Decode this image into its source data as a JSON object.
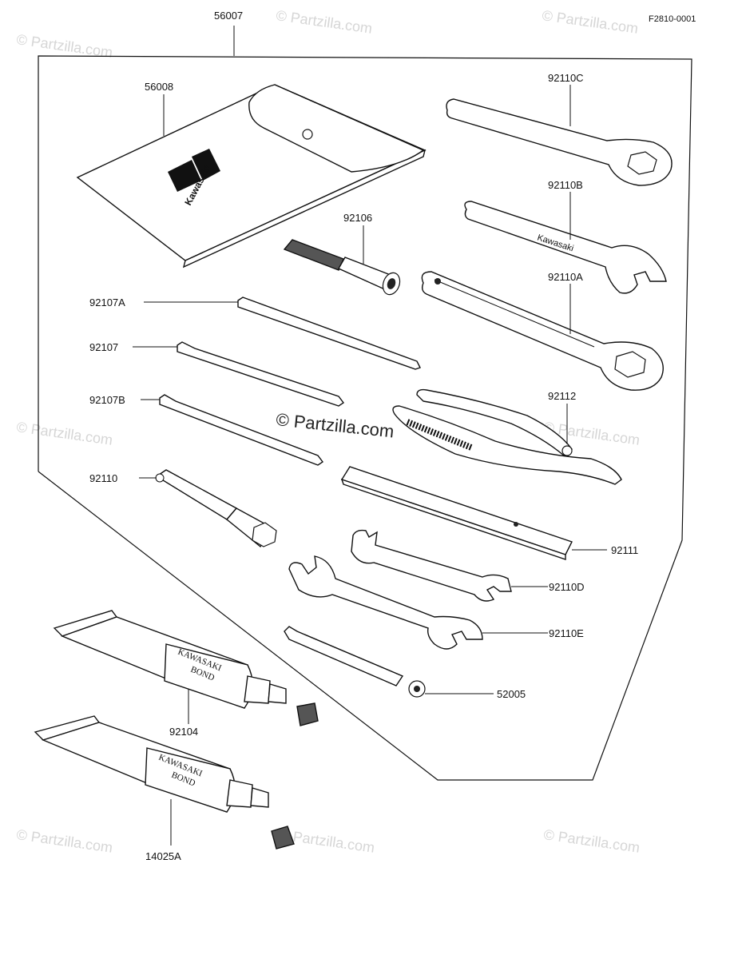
{
  "diagram_id": "F2810-0001",
  "frame_label": "56007",
  "watermarks": {
    "corner_text": "© Partzilla.com",
    "center_text": "© Partzilla.com"
  },
  "pouch": {
    "part_number": "56008",
    "brand": "Kawasaki"
  },
  "tubes": {
    "bond_text_line1": "KAWASAKI",
    "bond_text_line2": "BOND"
  },
  "parts": [
    {
      "id": "p56008",
      "number": "56008"
    },
    {
      "id": "p92110C",
      "number": "92110C"
    },
    {
      "id": "p92110B",
      "number": "92110B"
    },
    {
      "id": "p92106",
      "number": "92106"
    },
    {
      "id": "p92110A",
      "number": "92110A"
    },
    {
      "id": "p92107A",
      "number": "92107A"
    },
    {
      "id": "p92107",
      "number": "92107"
    },
    {
      "id": "p92112",
      "number": "92112"
    },
    {
      "id": "p92107B",
      "number": "92107B"
    },
    {
      "id": "p92110",
      "number": "92110"
    },
    {
      "id": "p92111",
      "number": "92111"
    },
    {
      "id": "p92110D",
      "number": "92110D"
    },
    {
      "id": "p92110E",
      "number": "92110E"
    },
    {
      "id": "p52005",
      "number": "52005"
    },
    {
      "id": "p92104",
      "number": "92104"
    },
    {
      "id": "p14025A",
      "number": "14025A"
    }
  ]
}
